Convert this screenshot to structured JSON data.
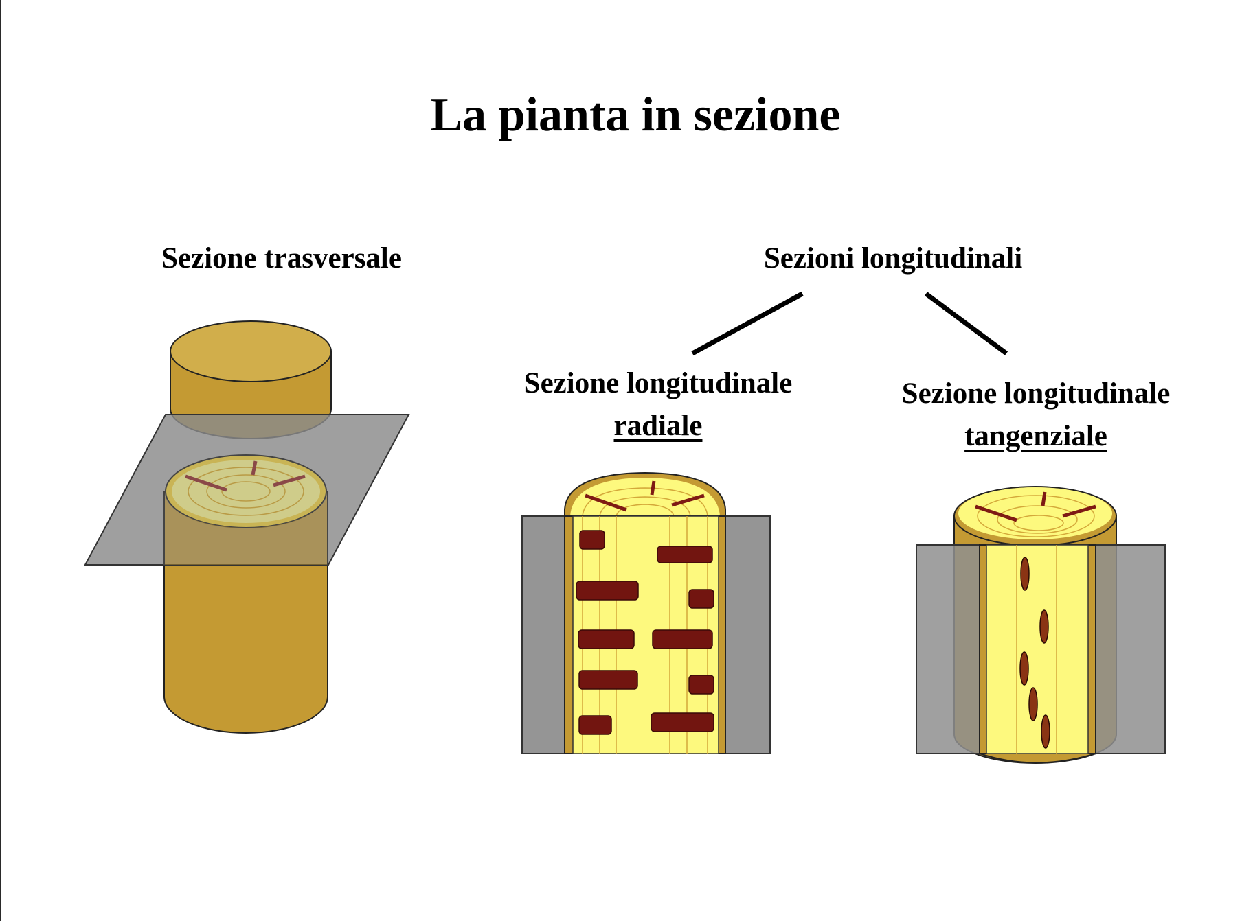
{
  "slide": {
    "title": "La pianta in sezione",
    "transverse": {
      "label": "Sezione trasversale"
    },
    "longitudinal": {
      "label": "Sezioni longitudinali",
      "radial": {
        "label_line1": "Sezione longitudinale",
        "label_line2": "radiale"
      },
      "tangential": {
        "label_line1": "Sezione longitudinale",
        "label_line2": "tangenziale"
      }
    }
  },
  "colors": {
    "wood_bark": "#C49A33",
    "wood_top": "#D1AE4B",
    "wood_section": "#FDF97E",
    "wood_section_dim": "#CFCC8A",
    "ray": "#721510",
    "ray_tangential": "#8A3414",
    "plane": "#949494",
    "line": "#000000"
  }
}
